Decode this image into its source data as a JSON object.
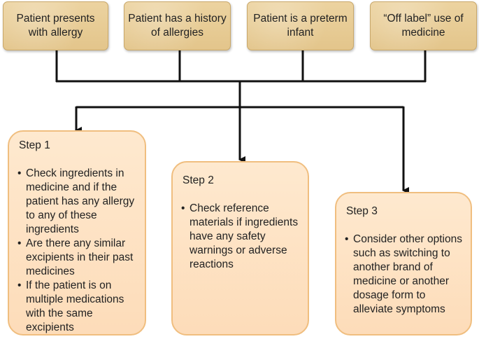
{
  "top_boxes": [
    {
      "label": "Patient presents with allergy"
    },
    {
      "label": "Patient has a history of allergies"
    },
    {
      "label": "Patient is a preterm infant"
    },
    {
      "label": "“Off label” use of medicine"
    }
  ],
  "steps": [
    {
      "title": "Step 1",
      "bullets": [
        "Check ingredients in medicine and if the patient has any allergy to any of these ingredients",
        "Are there any similar excipients in their past medicines",
        "If the patient is on multiple medications with the same excipients"
      ]
    },
    {
      "title": "Step 2",
      "bullets": [
        "Check reference materials if ingredients have any safety warnings or adverse reactions"
      ]
    },
    {
      "title": "Step 3",
      "bullets": [
        "Consider other options such as switching to another brand of medicine or another dosage form to alleviate symptoms"
      ]
    }
  ],
  "colors": {
    "top_box_fill": "#e9cd97",
    "step_box_fill": "#fde4c6",
    "step_box_border": "#f0be7f",
    "connector": "#111111"
  }
}
